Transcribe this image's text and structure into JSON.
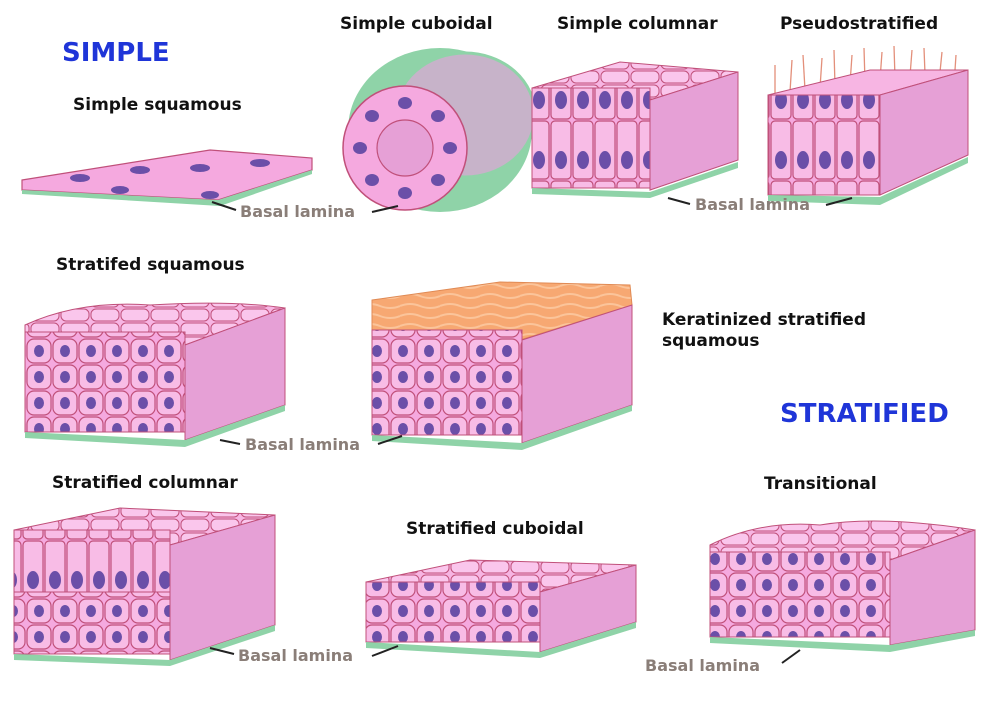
{
  "categories": {
    "simple": "SIMPLE",
    "stratified": "STRATIFIED"
  },
  "labels": {
    "simple_squamous": "Simple squamous",
    "simple_cuboidal": "Simple cuboidal",
    "simple_columnar": "Simple columnar",
    "pseudostratified": "Pseudostratified",
    "stratified_squamous": "Stratifed squamous",
    "keratinized_line1": "Keratinized stratified",
    "keratinized_line2": "squamous",
    "stratified_columnar": "Stratified columnar",
    "stratified_cuboidal": "Stratified cuboidal",
    "transitional": "Transitional"
  },
  "basal_lamina": "Basal lamina",
  "colors": {
    "category": "#1f35d8",
    "cell_fill": "#f5a9df",
    "cell_stroke": "#c0507a",
    "nucleus": "#6b4fa8",
    "basal": "#8fd3a8",
    "keratin": "#f7a872",
    "callout": "#8a7e78"
  }
}
